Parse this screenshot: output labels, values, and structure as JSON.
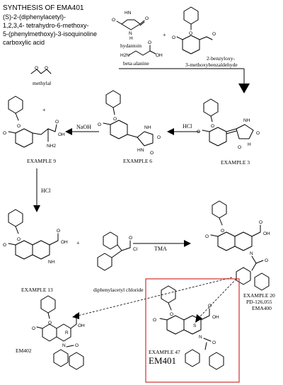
{
  "title": {
    "line1": "SYNTHESIS OF EMA401",
    "line2": "(S)-2-(diphenylacetyl)-",
    "line3": "1,2,3,4- tetrahydro-6-methoxy-",
    "line4": "5-(phenylmethoxy)-3-isoquinoline",
    "line5": "carboxylic acid"
  },
  "compounds": {
    "hydantoin": "hydantoin",
    "beta_alanine": "beta-alanine",
    "aldehyde_1": "2-benzyloxy-",
    "aldehyde_2": "3-methoxybenzaldehyde",
    "methylal": "methylal",
    "ex9": "EXAMPLE 9",
    "ex6": "EXAMPLE 6",
    "ex3": "EXAMPLE 3",
    "ex13": "EXAMPLE 13",
    "diphenylacetyl": "diphenylacetyl chloride",
    "ex20_1": "EXAMPLE 20",
    "ex20_2": "PD-126,055",
    "ex20_3": "EMA400",
    "em402": "EM402",
    "ex47": "EXAMPLE 47",
    "em401": "EM401"
  },
  "reagents": {
    "naoh": "NaOH",
    "hcl_1": "HCl",
    "hcl_2": "HCl",
    "tma": "TMA"
  },
  "symbols": {
    "plus": "+",
    "stereo_s": "S",
    "stereo_r": "R"
  },
  "atoms": {
    "o": "O",
    "oh": "OH",
    "nh": "NH",
    "nh2": "NH2",
    "n": "N",
    "h": "H",
    "hn": "HN",
    "cl": "Cl",
    "h2n": "H2N"
  },
  "colors": {
    "highlight_box": "#d03030"
  }
}
